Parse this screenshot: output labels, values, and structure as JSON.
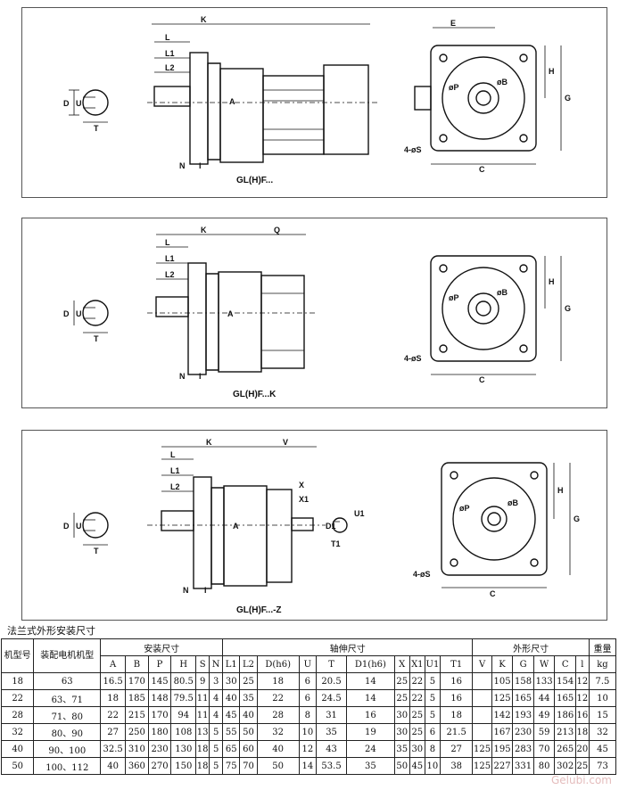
{
  "diagrams": [
    {
      "caption": "GL(H)F...",
      "dims": {
        "K": "K",
        "L": "L",
        "L1": "L1",
        "L2": "L2",
        "N": "N",
        "I": "I",
        "A": "A",
        "D": "D",
        "U": "U",
        "T": "T"
      },
      "side": {
        "E": "E",
        "H": "H",
        "G": "G",
        "C": "C",
        "P": "øP",
        "B": "øB",
        "S": "4-øS"
      }
    },
    {
      "caption": "GL(H)F...K",
      "dims": {
        "K": "K",
        "Q": "Q",
        "L": "L",
        "L1": "L1",
        "L2": "L2",
        "N": "N",
        "I": "I",
        "A": "A",
        "D": "D",
        "U": "U",
        "T": "T"
      },
      "side": {
        "H": "H",
        "G": "G",
        "C": "C",
        "P": "øP",
        "B": "øB",
        "S": "4-øS"
      }
    },
    {
      "caption": "GL(H)F...-Z",
      "dims": {
        "K": "K",
        "V": "V",
        "L": "L",
        "L1": "L1",
        "L2": "L2",
        "N": "N",
        "I": "I",
        "A": "A",
        "D": "D",
        "U": "U",
        "T": "T",
        "X": "X",
        "X1": "X1",
        "D1": "D1",
        "T1": "T1",
        "U1": "U1"
      },
      "side": {
        "H": "H",
        "G": "G",
        "C": "C",
        "P": "øP",
        "B": "øB",
        "S": "4-øS"
      }
    }
  ],
  "table": {
    "caption": "法兰式外形安装尺寸",
    "col_model": "机型号",
    "col_motor": "装配电机机型",
    "group_install": "安装尺寸",
    "group_shaft": "轴伸尺寸",
    "group_outline": "外形尺寸",
    "col_weight": "重量",
    "sub_headers": [
      "A",
      "B",
      "P",
      "H",
      "S",
      "N",
      "L1",
      "L2",
      "D(h6)",
      "U",
      "T",
      "D1(h6)",
      "X",
      "X1",
      "U1",
      "T1",
      "V",
      "K",
      "G",
      "W",
      "C",
      "l",
      "kg"
    ],
    "rows": [
      [
        "18",
        "63",
        "16.5",
        "170",
        "145",
        "80.5",
        "9",
        "3",
        "30",
        "25",
        "18",
        "6",
        "20.5",
        "14",
        "25",
        "22",
        "5",
        "16",
        "",
        "105",
        "158",
        "133",
        "154",
        "12",
        "7.5"
      ],
      [
        "22",
        "63、71",
        "18",
        "185",
        "148",
        "79.5",
        "11",
        "4",
        "40",
        "35",
        "22",
        "6",
        "24.5",
        "14",
        "25",
        "22",
        "5",
        "16",
        "",
        "125",
        "165",
        "44",
        "165",
        "12",
        "10"
      ],
      [
        "28",
        "71、80",
        "22",
        "215",
        "170",
        "94",
        "11",
        "4",
        "45",
        "40",
        "28",
        "8",
        "31",
        "16",
        "30",
        "25",
        "5",
        "18",
        "",
        "142",
        "193",
        "49",
        "186",
        "16",
        "15"
      ],
      [
        "32",
        "80、90",
        "27",
        "250",
        "180",
        "108",
        "13",
        "5",
        "55",
        "50",
        "32",
        "10",
        "35",
        "19",
        "30",
        "25",
        "6",
        "21.5",
        "",
        "167",
        "230",
        "59",
        "213",
        "18",
        "32"
      ],
      [
        "40",
        "90、100",
        "32.5",
        "310",
        "230",
        "130",
        "18",
        "5",
        "65",
        "60",
        "40",
        "12",
        "43",
        "24",
        "35",
        "30",
        "8",
        "27",
        "125",
        "195",
        "283",
        "70",
        "265",
        "20",
        "45"
      ],
      [
        "50",
        "100、112",
        "40",
        "360",
        "270",
        "150",
        "18",
        "5",
        "75",
        "70",
        "50",
        "14",
        "53.5",
        "35",
        "50",
        "45",
        "10",
        "38",
        "125",
        "227",
        "331",
        "80",
        "302",
        "25",
        "73"
      ]
    ]
  },
  "watermark": "Gelubi.com"
}
